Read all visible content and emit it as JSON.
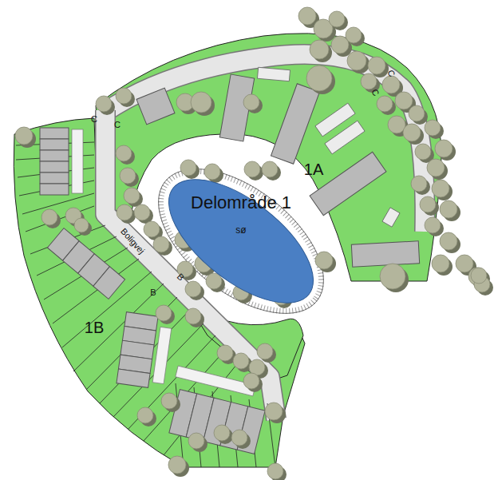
{
  "diagram": {
    "nodes": [
      {
        "text": [
          "Delområde 1",
          "sø"
        ]
      }
    ],
    "labels": [
      "C",
      "C",
      "C",
      "C",
      "1A",
      "Boligvej",
      "B",
      "B",
      "1B"
    ]
  }
}
